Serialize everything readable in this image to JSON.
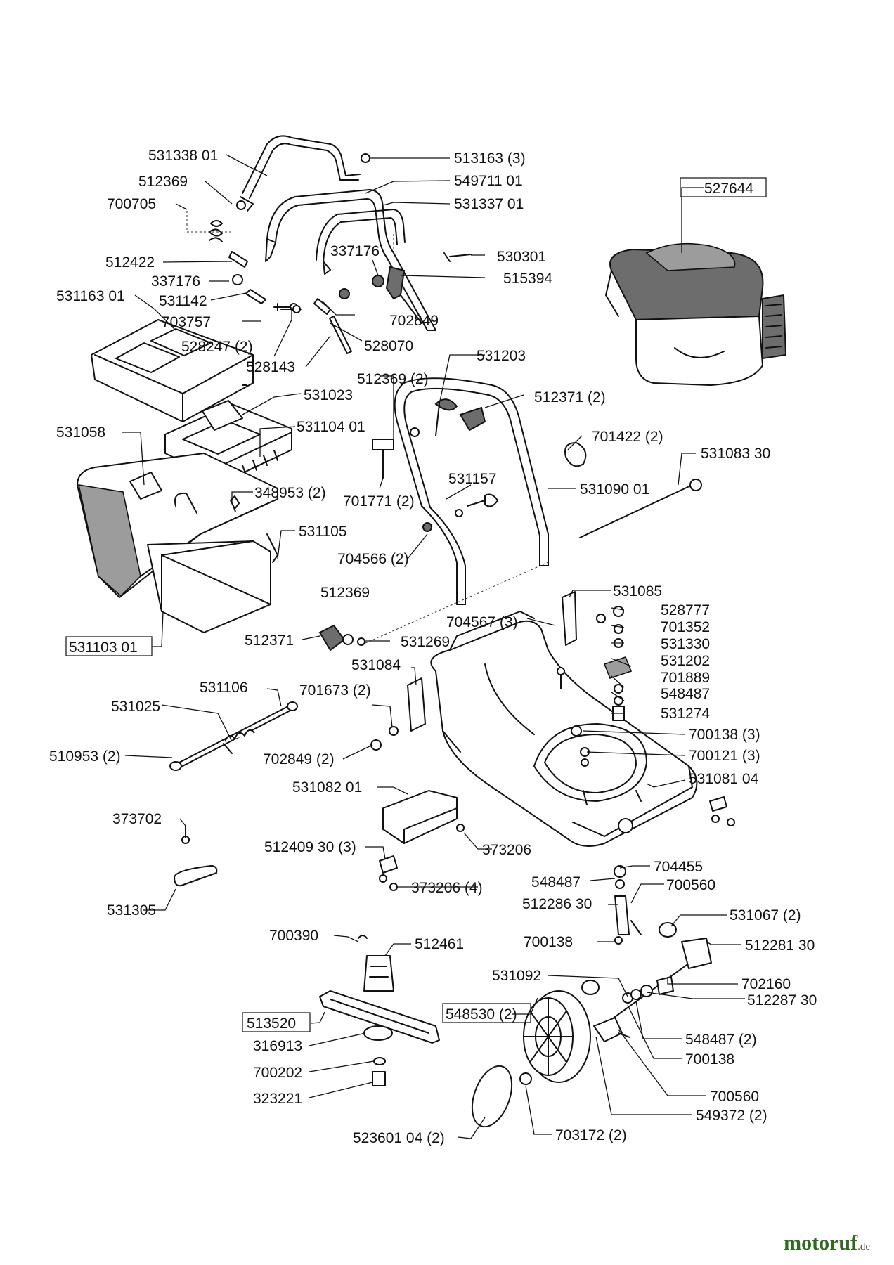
{
  "labels": [
    "531338 01",
    "512369",
    "700705",
    "512422",
    "337176",
    "531142",
    "531163 01",
    "703757",
    "528247 (2)",
    "528143",
    "513163 (3)",
    "549711 01",
    "531337 01",
    "530301",
    "515394",
    "337176",
    "702849",
    "528070",
    "527644",
    "531058",
    "531023",
    "531104 01",
    "348953 (2)",
    "531105",
    "531103 01",
    "512369 (2)",
    "531203",
    "512371 (2)",
    "701422 (2)",
    "531083 30",
    "701771 (2)",
    "531157",
    "531090 01",
    "704566 (2)",
    "512369",
    "512371",
    "531269",
    "531085",
    "704567 (3)",
    "528777",
    "701352",
    "531330",
    "531202",
    "701889",
    "548487",
    "531274",
    "531084",
    "531106",
    "531025",
    "701673 (2)",
    "510953 (2)",
    "702849 (2)",
    "700138 (3)",
    "700121 (3)",
    "531081 04",
    "531082 01",
    "373702",
    "512409 30 (3)",
    "373206",
    "373206 (4)",
    "531305",
    "704455",
    "548487",
    "700560",
    "512286 30",
    "531067 (2)",
    "512281 30",
    "700138",
    "700390",
    "512461",
    "531092",
    "702160",
    "512287 30",
    "513520",
    "548530 (2)",
    "548487 (2)",
    "316913",
    "700138",
    "700202",
    "700560",
    "323221",
    "549372 (2)",
    "703172 (2)",
    "523601 04 (2)"
  ],
  "watermark": {
    "main": "motoruf",
    "tld": ".de"
  }
}
